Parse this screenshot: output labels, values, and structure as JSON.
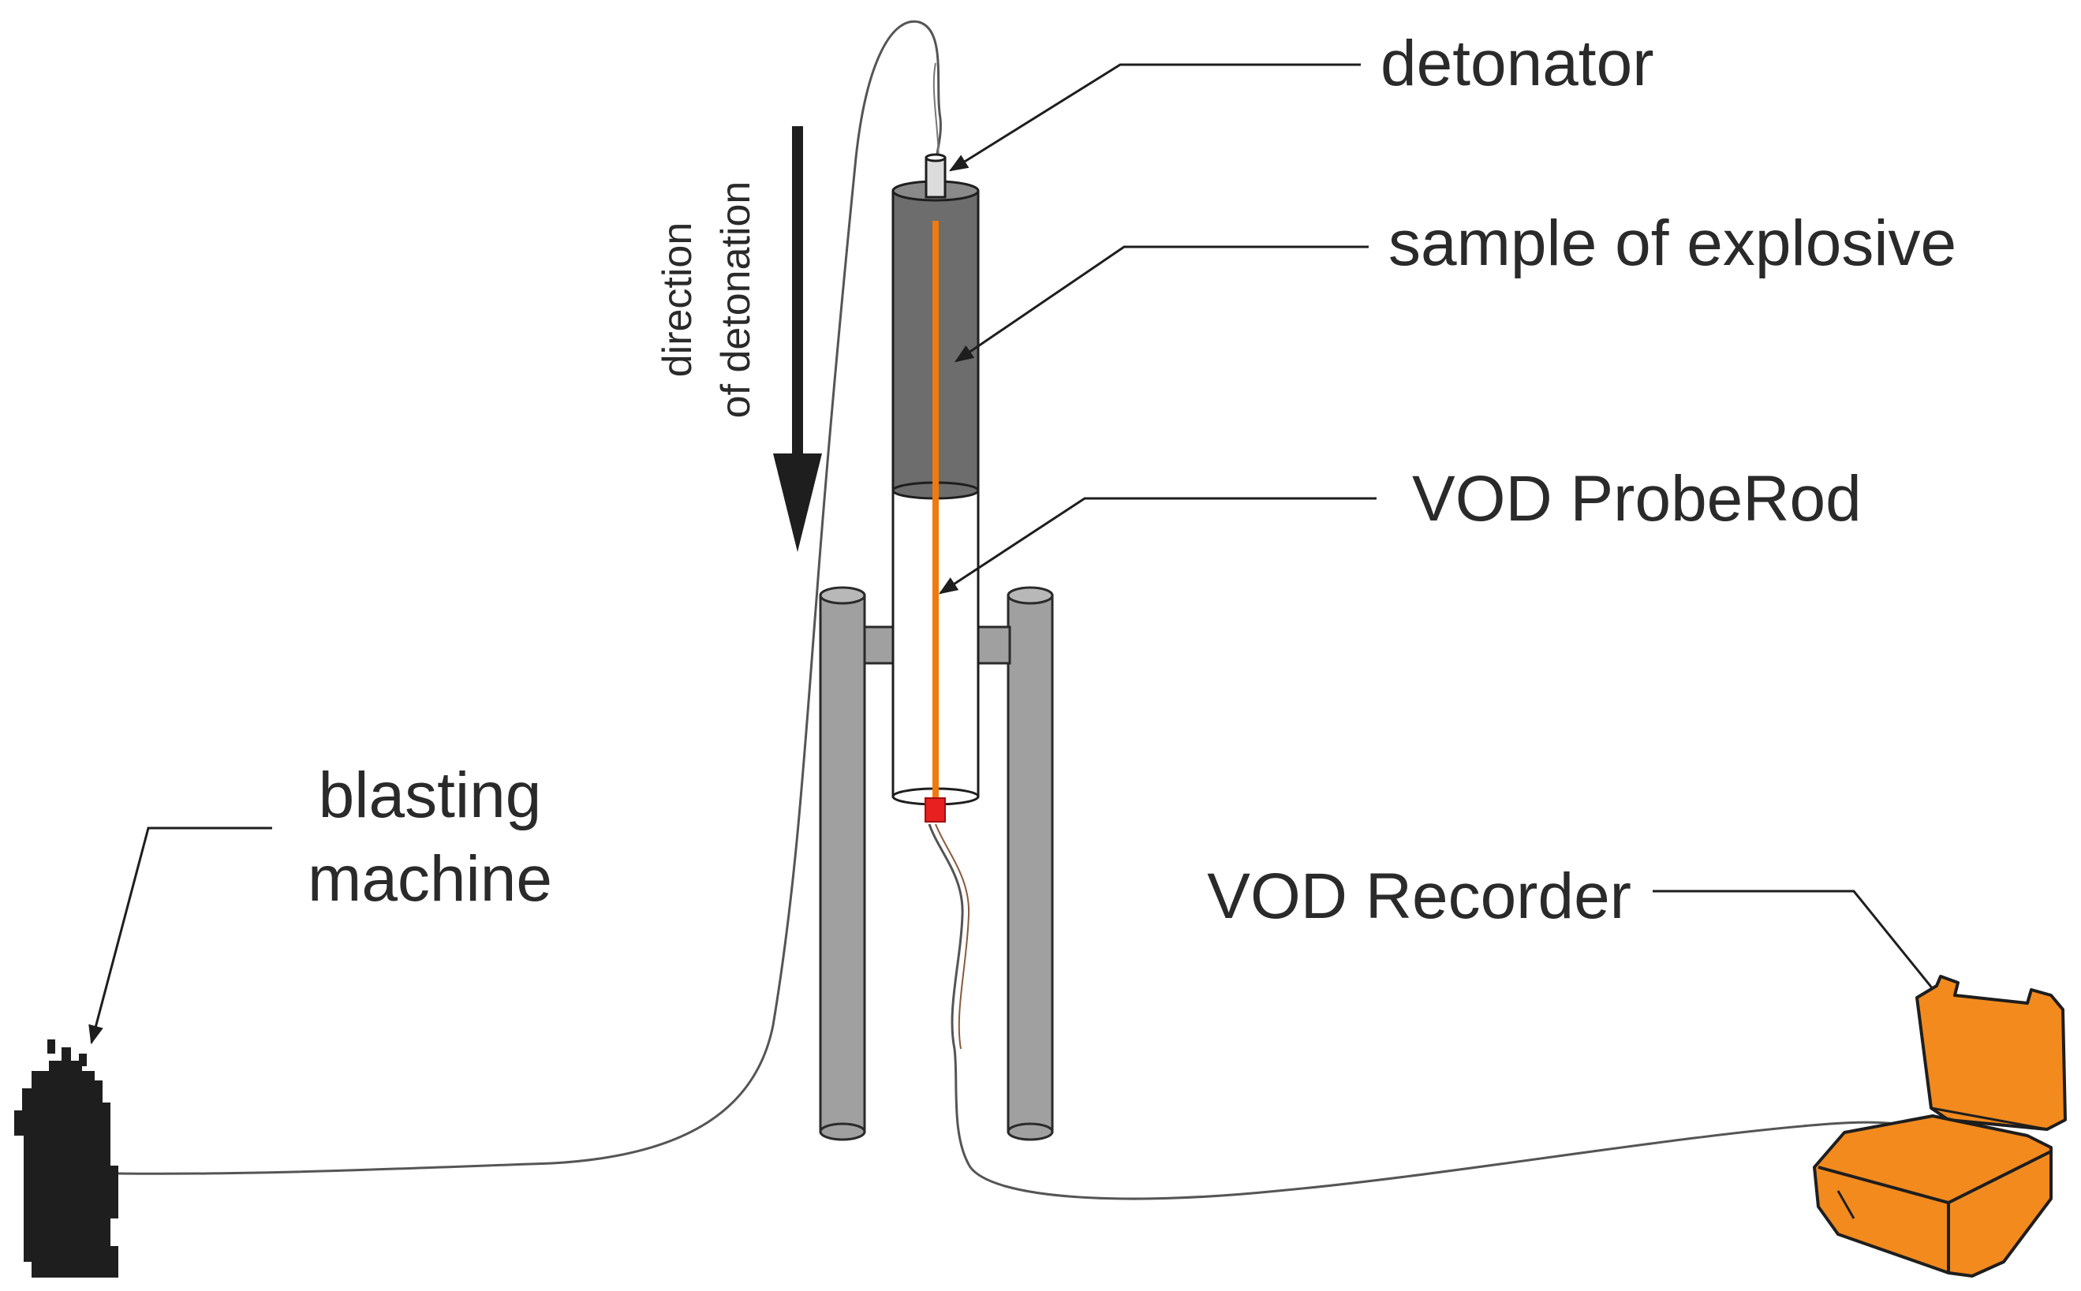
{
  "labels": {
    "detonator": "detonator",
    "sample": "sample of explosive",
    "probe_rod": "VOD ProbeRod",
    "blasting_line1": "blasting",
    "blasting_line2": "machine",
    "recorder": "VOD Recorder",
    "direction_line1": "direction",
    "direction_line2": "of detonation"
  },
  "colors": {
    "explosive": "#6d6d6d",
    "stand": "#a0a0a0",
    "probe": "#f07a10",
    "probe_tip": "#e82020",
    "recorder_case": "#f28a1e",
    "blasting_machine": "#1e1e1e",
    "wire": "#555555",
    "text": "#2a2a2a"
  }
}
